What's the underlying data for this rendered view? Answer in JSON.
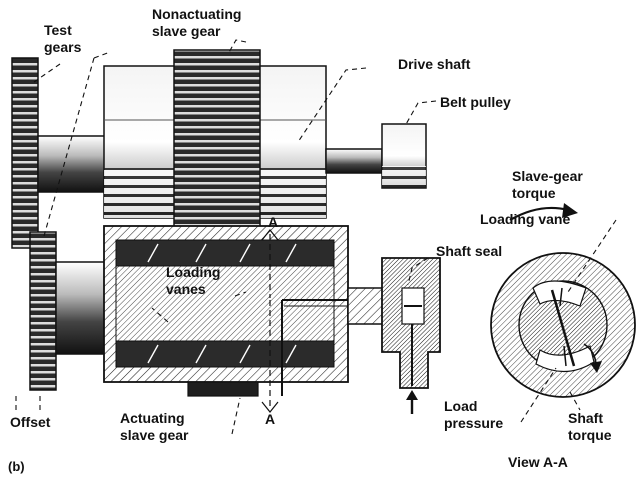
{
  "labels": {
    "test_gears": [
      "Test",
      "gears"
    ],
    "nonactuating_slave_gear": [
      "Nonactuating",
      "slave gear"
    ],
    "drive_shaft": "Drive shaft",
    "belt_pulley": "Belt pulley",
    "slave_gear_torque": [
      "Slave-gear",
      "torque"
    ],
    "loading_vane": "Loading vane",
    "shaft_seal": "Shaft seal",
    "section_marker_top": "A",
    "section_marker_bottom": "A",
    "loading_vanes": [
      "Loading",
      "vanes"
    ],
    "offset": "Offset",
    "actuating_slave_gear": [
      "Actuating",
      "slave gear"
    ],
    "load_pressure": [
      "Load",
      "pressure"
    ],
    "shaft_torque": [
      "Shaft",
      "torque"
    ],
    "view": "View A-A",
    "panel": "(b)"
  }
}
